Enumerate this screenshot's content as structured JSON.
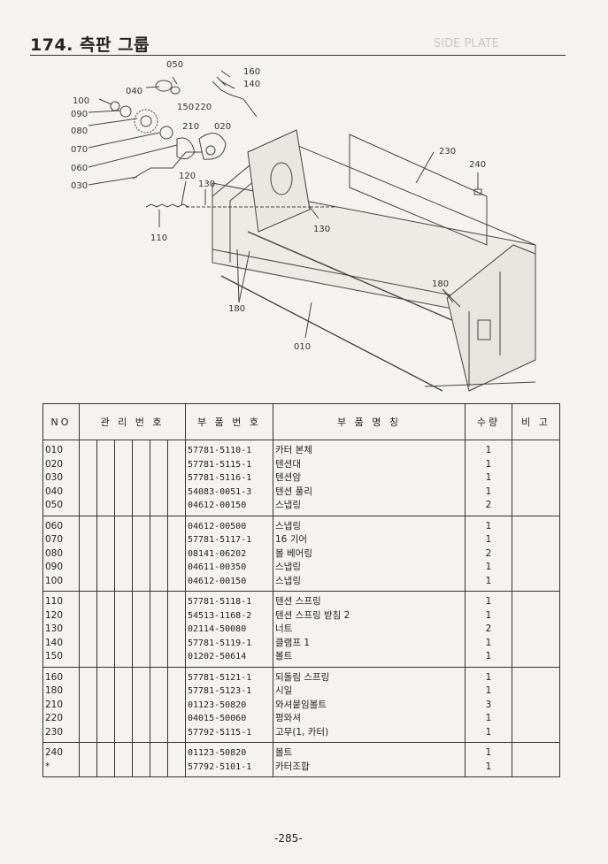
{
  "header": {
    "title": "174. 측판 그룹",
    "faint_heading": "SIDE PLATE"
  },
  "diagram": {
    "callouts": [
      "050",
      "160",
      "140",
      "040",
      "100",
      "150",
      "220",
      "090",
      "020",
      "210",
      "080",
      "070",
      "060",
      "030",
      "120",
      "130",
      "110",
      "130",
      "180",
      "010",
      "180",
      "230",
      "240"
    ]
  },
  "table": {
    "headers": {
      "no": "NO",
      "mgmt": "관 리 번 호",
      "part_no": "부 품 번 호",
      "part_name": "부 품 명 칭",
      "qty": "수량",
      "remarks": "비 고"
    },
    "groups": [
      {
        "rows": [
          {
            "no": "010",
            "part_no": "57781-5110-1",
            "name": "카터 본체",
            "qty": "1"
          },
          {
            "no": "020",
            "part_no": "57781-5115-1",
            "name": "텐션대",
            "qty": "1"
          },
          {
            "no": "030",
            "part_no": "57781-5116-1",
            "name": "텐션암",
            "qty": "1"
          },
          {
            "no": "040",
            "part_no": "54083-0051-3",
            "name": "텐션 풀리",
            "qty": "1"
          },
          {
            "no": "050",
            "part_no": "04612-00150",
            "name": "스냅링",
            "qty": "2"
          }
        ]
      },
      {
        "rows": [
          {
            "no": "060",
            "part_no": "04612-00500",
            "name": "스냅링",
            "qty": "1"
          },
          {
            "no": "070",
            "part_no": "57781-5117-1",
            "name": "16 기어",
            "qty": "1"
          },
          {
            "no": "080",
            "part_no": "08141-06202",
            "name": "볼 베어링",
            "qty": "2"
          },
          {
            "no": "090",
            "part_no": "04611-00350",
            "name": "스냅링",
            "qty": "1"
          },
          {
            "no": "100",
            "part_no": "04612-00150",
            "name": "스냅링",
            "qty": "1"
          }
        ]
      },
      {
        "rows": [
          {
            "no": "110",
            "part_no": "57781-5118-1",
            "name": "텐션 스프링",
            "qty": "1"
          },
          {
            "no": "120",
            "part_no": "54513-1168-2",
            "name": "텐션 스프링 받침 2",
            "qty": "1"
          },
          {
            "no": "130",
            "part_no": "02114-50080",
            "name": "너트",
            "qty": "2"
          },
          {
            "no": "140",
            "part_no": "57781-5119-1",
            "name": "클램프 1",
            "qty": "1"
          },
          {
            "no": "150",
            "part_no": "01202-50614",
            "name": "볼트",
            "qty": "1"
          }
        ]
      },
      {
        "rows": [
          {
            "no": "160",
            "part_no": "57781-5121-1",
            "name": "되돌림 스프링",
            "qty": "1"
          },
          {
            "no": "180",
            "part_no": "57781-5123-1",
            "name": "시일",
            "qty": "1"
          },
          {
            "no": "210",
            "part_no": "01123-50820",
            "name": "와셔붙임볼트",
            "qty": "3"
          },
          {
            "no": "220",
            "part_no": "04015-50060",
            "name": "평와셔",
            "qty": "1"
          },
          {
            "no": "230",
            "part_no": "57792-5115-1",
            "name": "고무(1, 카터)",
            "qty": "1"
          }
        ]
      },
      {
        "rows": [
          {
            "no": "240",
            "part_no": "01123-50820",
            "name": "볼트",
            "qty": "1"
          },
          {
            "no": "*",
            "part_no": "57792-5101-1",
            "name": "카터조합",
            "qty": "1"
          }
        ]
      }
    ]
  },
  "footer": {
    "page": "-285-"
  }
}
